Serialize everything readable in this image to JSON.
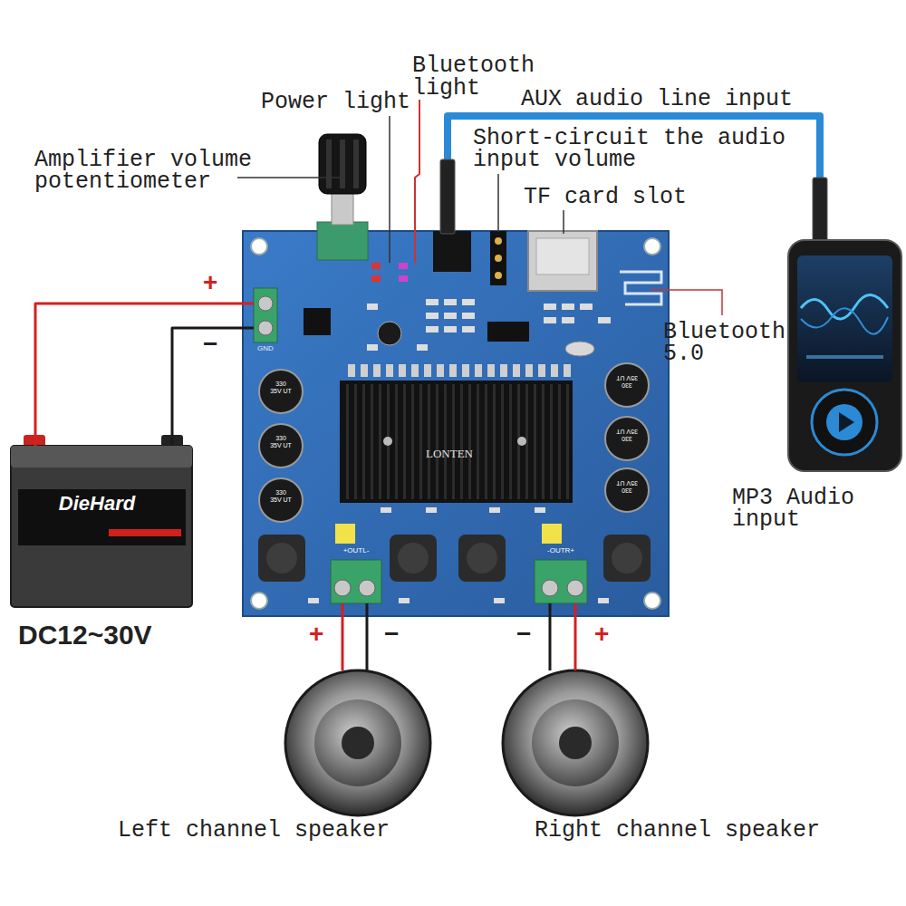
{
  "diagram": {
    "nodes": [
      {
        "text": [
          "GND"
        ]
      },
      {
        "text": [
          "MP3 Audio input"
        ]
      },
      {
        "text": [
          "DieHard",
          "DC12~30V"
        ]
      },
      {
        "text": [
          "+OUTL-"
        ]
      },
      {
        "text": [
          "-OUTR+"
        ]
      },
      {
        "text": [
          "Left channel speaker"
        ]
      },
      {
        "text": [
          "Right channel speaker"
        ]
      }
    ],
    "edges": [
      {
        "from": 2,
        "to": 0,
        "arrow": "none",
        "label": "+"
      },
      {
        "from": 2,
        "to": 0,
        "arrow": "none",
        "label": "−"
      },
      {
        "from": 3,
        "to": 5,
        "arrow": "none",
        "label": "+"
      },
      {
        "from": 3,
        "to": 5,
        "arrow": "none",
        "label": "−"
      },
      {
        "from": 4,
        "to": 6,
        "arrow": "none",
        "label": "−"
      },
      {
        "from": 4,
        "to": 6,
        "arrow": "none",
        "label": "+"
      }
    ],
    "labels": [
      "Bluetooth light",
      "Power light",
      "AUX audio line input",
      "Short-circuit the audio input volume",
      "Amplifier volume potentiometer",
      "TF card slot",
      "Bluetooth 5.0",
      "LONTEN",
      "330 35V UT",
      "330 35V UT",
      "330 35V UT",
      "330 35V UT",
      "330 35V UT",
      "330 35V UT"
    ]
  }
}
